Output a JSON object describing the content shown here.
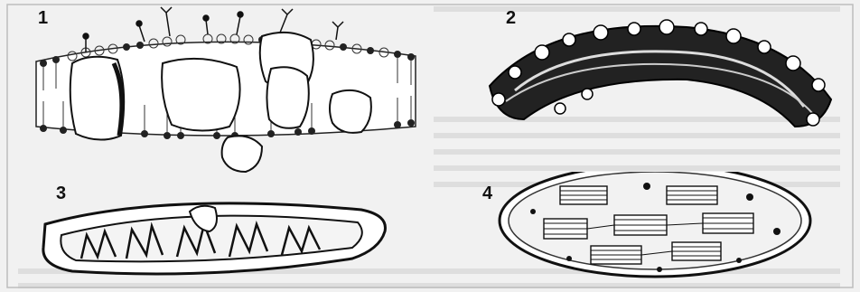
{
  "figure": {
    "labels": {
      "one": "1",
      "two": "2",
      "three": "3",
      "four": "4"
    },
    "panels": [
      {
        "id": "1",
        "icon": "plasma-membrane-icon"
      },
      {
        "id": "2",
        "icon": "golgi-apparatus-icon"
      },
      {
        "id": "3",
        "icon": "mitochondrion-icon"
      },
      {
        "id": "4",
        "icon": "chloroplast-icon"
      }
    ]
  }
}
